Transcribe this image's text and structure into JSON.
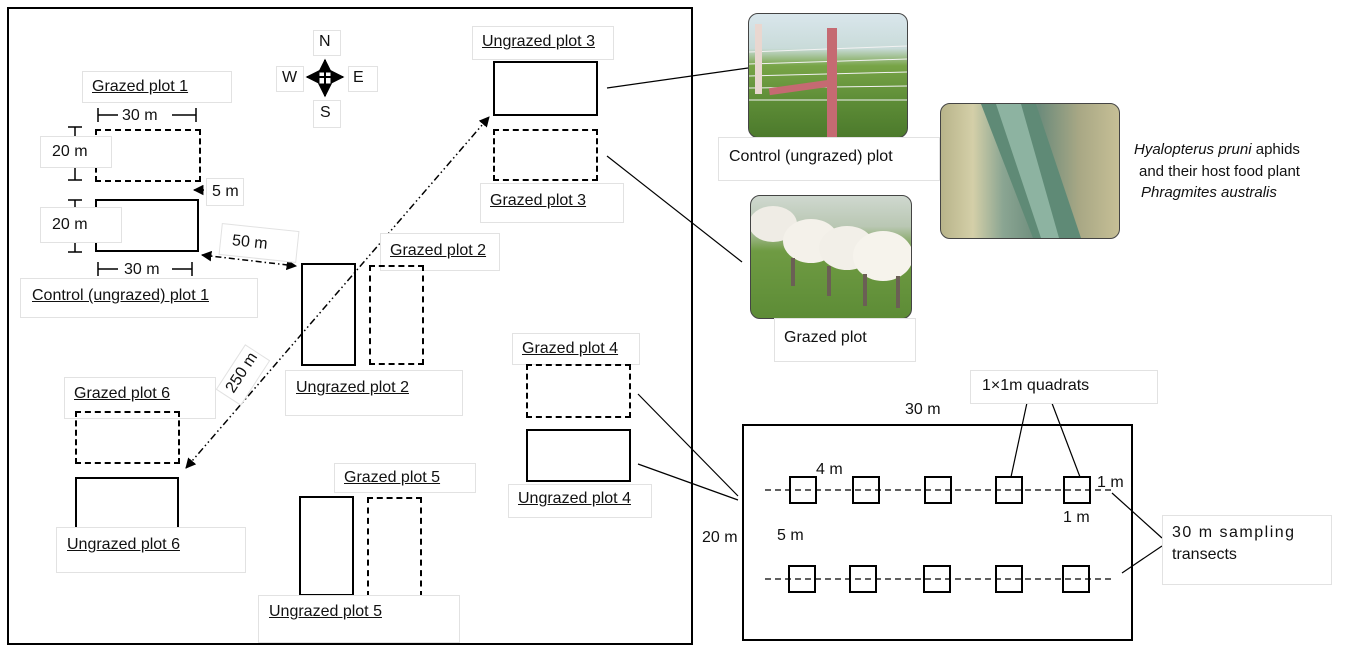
{
  "compass": {
    "n": "N",
    "s": "S",
    "e": "E",
    "w": "W"
  },
  "plots": {
    "grazed_1": "Grazed plot 1",
    "control_1": "Control (ungrazed) plot 1",
    "grazed_2": "Grazed plot 2",
    "ungrazed_2": "Ungrazed plot 2",
    "ungrazed_3": "Ungrazed plot 3",
    "grazed_3": "Grazed plot 3",
    "grazed_4": "Grazed plot 4",
    "ungrazed_4": "Ungrazed plot 4",
    "grazed_5": "Grazed plot 5",
    "ungrazed_5": "Ungrazed plot 5",
    "grazed_6": "Grazed plot 6",
    "ungrazed_6": "Ungrazed plot 6"
  },
  "dimensions": {
    "width_top": "30 m",
    "height_top": "20 m",
    "gap": "5 m",
    "height_bottom": "20 m",
    "width_bottom": "30 m",
    "between_plots": "50 m",
    "between_sites": "250 m"
  },
  "photos": {
    "control_caption": "Control (ungrazed) plot",
    "grazed_caption": "Grazed plot",
    "aphid_species": "Hyalopterus pruni",
    "aphid_text_1": " aphids",
    "aphid_text_2": "and their host food plant",
    "host_plant": "Phragmites australis"
  },
  "transect_layout": {
    "width": "30 m",
    "height": "20 m",
    "quadrat_label": "1×1m quadrats",
    "quadrat_spacing": "4 m",
    "quadrat_size_h": "1 m",
    "quadrat_size_v": "1 m",
    "transect_gap": "5 m",
    "transect_label_1": "30 m sampling",
    "transect_label_2": "transects"
  }
}
